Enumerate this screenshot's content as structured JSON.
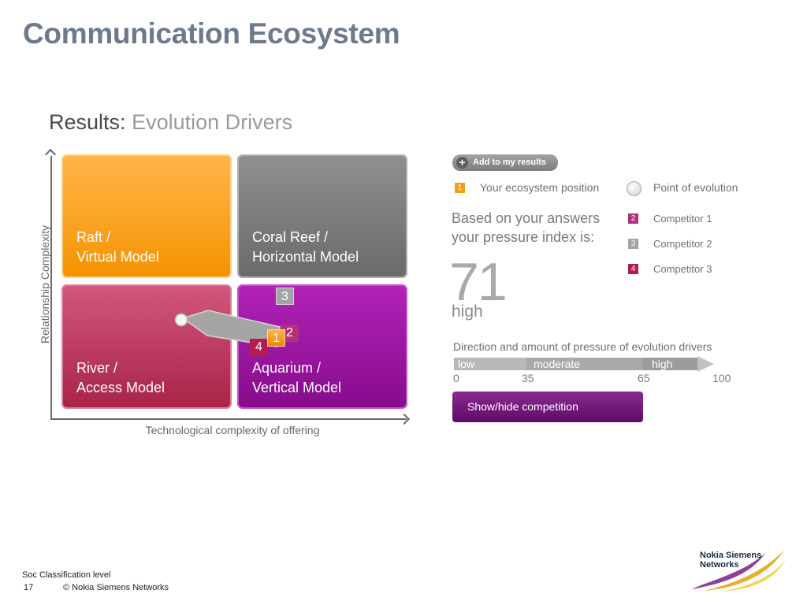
{
  "slide": {
    "title": "Communication Ecosystem"
  },
  "results": {
    "label": "Results:",
    "subtitle": "Evolution Drivers"
  },
  "matrix": {
    "y_axis_label": "Relationship Complexity",
    "x_axis_label": "Technological complexity of offering",
    "quadrants": [
      {
        "line1": "Raft /",
        "line2": "Virtual Model",
        "color": "#f7a11f"
      },
      {
        "line1": "Coral Reef /",
        "line2": "Horizontal Model",
        "color": "#7d7d7d"
      },
      {
        "line1": "River /",
        "line2": "Access Model",
        "color": "#c03a62"
      },
      {
        "line1": "Aquarium /",
        "line2": "Vertical Model",
        "color": "#9b159f"
      }
    ],
    "markers": {
      "you": "1",
      "competitor_1": "2",
      "competitor_2": "3",
      "competitor_3": "4"
    }
  },
  "panel": {
    "add_button_label": "Add to my results",
    "add_icon": "plus-icon",
    "legend": {
      "position_label": "Your ecosystem position",
      "position_marker": "1",
      "evolution_label": "Point of evolution",
      "competitors": [
        {
          "marker": "2",
          "label": "Competitor 1",
          "color": "#b0327a"
        },
        {
          "marker": "3",
          "label": "Competitor 2",
          "color": "#a4a4a4"
        },
        {
          "marker": "4",
          "label": "Competitor 3",
          "color": "#b71c4f"
        }
      ]
    },
    "pressure_line1": "Based on your answers",
    "pressure_line2": "your pressure index is:",
    "pressure_index": "71",
    "pressure_level": "high",
    "scale": {
      "title": "Direction and amount of pressure of evolution drivers",
      "low_label": "low",
      "moderate_label": "moderate",
      "high_label": "high",
      "ticks": [
        "0",
        "35",
        "65",
        "100"
      ]
    },
    "toggle_button_label": "Show/hide competition"
  },
  "footer": {
    "classification": "Soc Classification level",
    "page_number": "17",
    "copyright": "© Nokia Siemens Networks",
    "logo_line1": "Nokia Siemens",
    "logo_line2": "Networks"
  }
}
